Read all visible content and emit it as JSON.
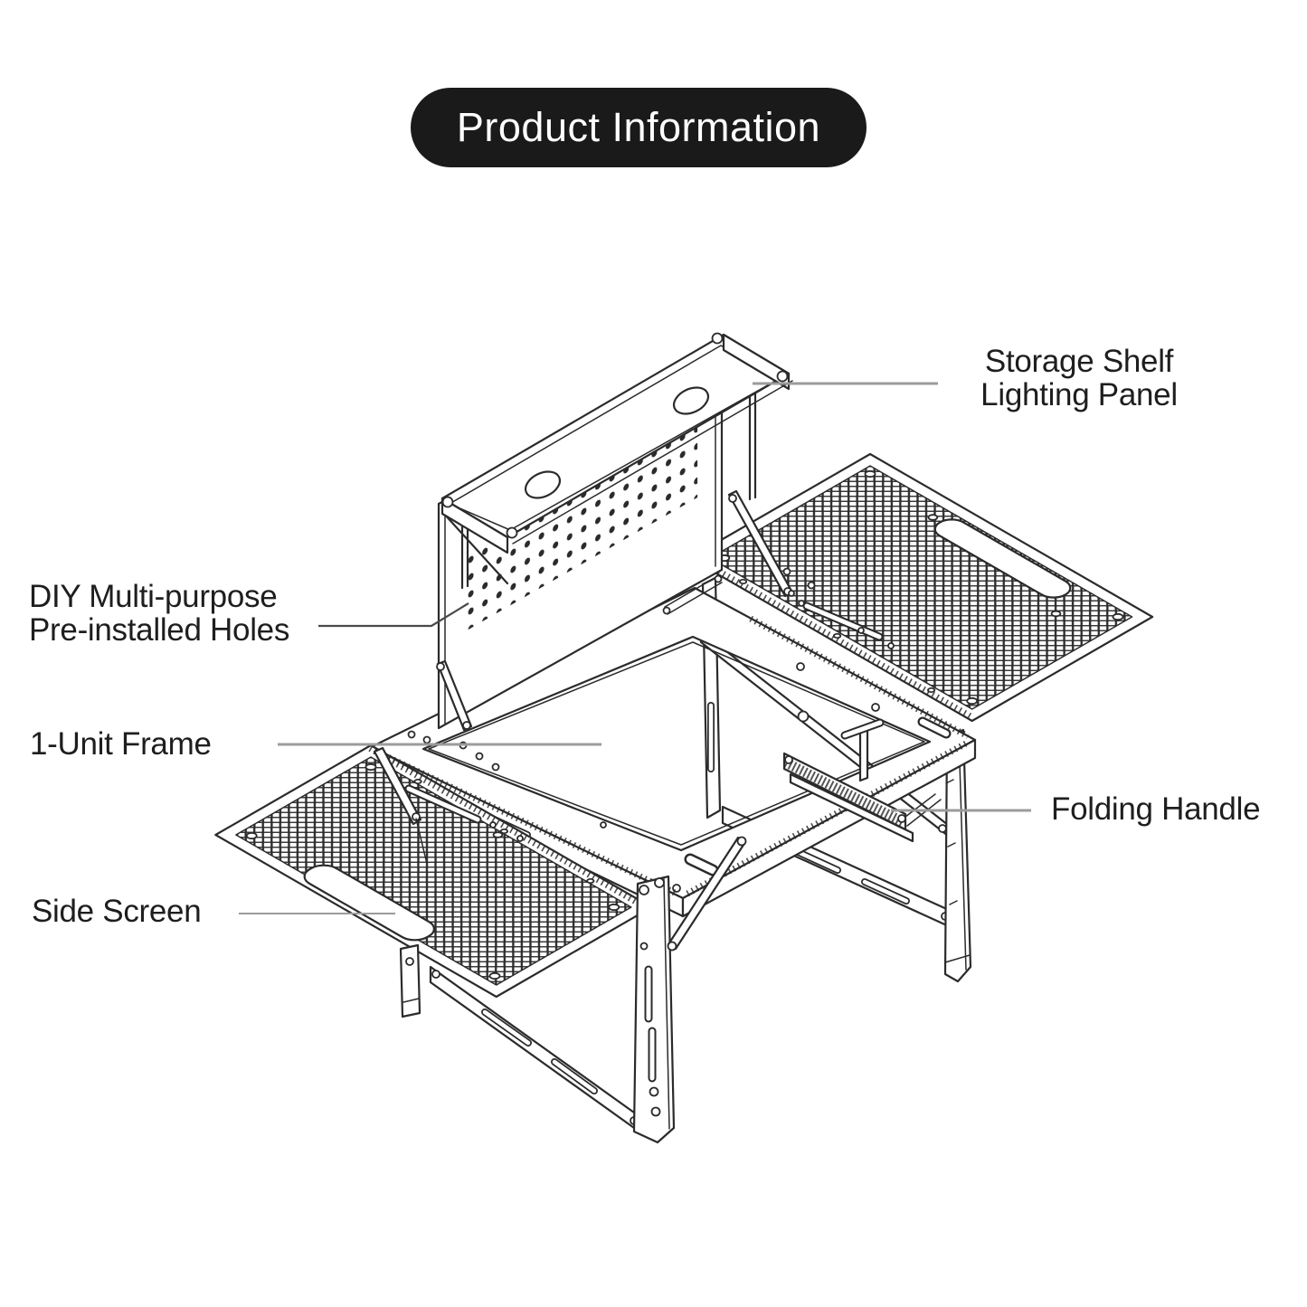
{
  "title": {
    "text": "Product Information"
  },
  "callouts": [
    {
      "id": "storage-shelf",
      "lines": [
        "Storage Shelf",
        "Lighting Panel"
      ]
    },
    {
      "id": "diy-holes",
      "lines": [
        "DIY Multi-purpose",
        "Pre-installed Holes"
      ]
    },
    {
      "id": "unit-frame",
      "lines": [
        "1-Unit Frame"
      ]
    },
    {
      "id": "folding-handle",
      "lines": [
        "Folding Handle"
      ]
    },
    {
      "id": "side-screen",
      "lines": [
        "Side Screen"
      ]
    }
  ],
  "colors": {
    "background": "#ffffff",
    "title_bg": "#1a1a1a",
    "title_text": "#ffffff",
    "label_text": "#1e1e1e",
    "ink": "#2b2b2b",
    "leader": "#9b9b9b",
    "leader_dark": "#4a4a4a"
  }
}
